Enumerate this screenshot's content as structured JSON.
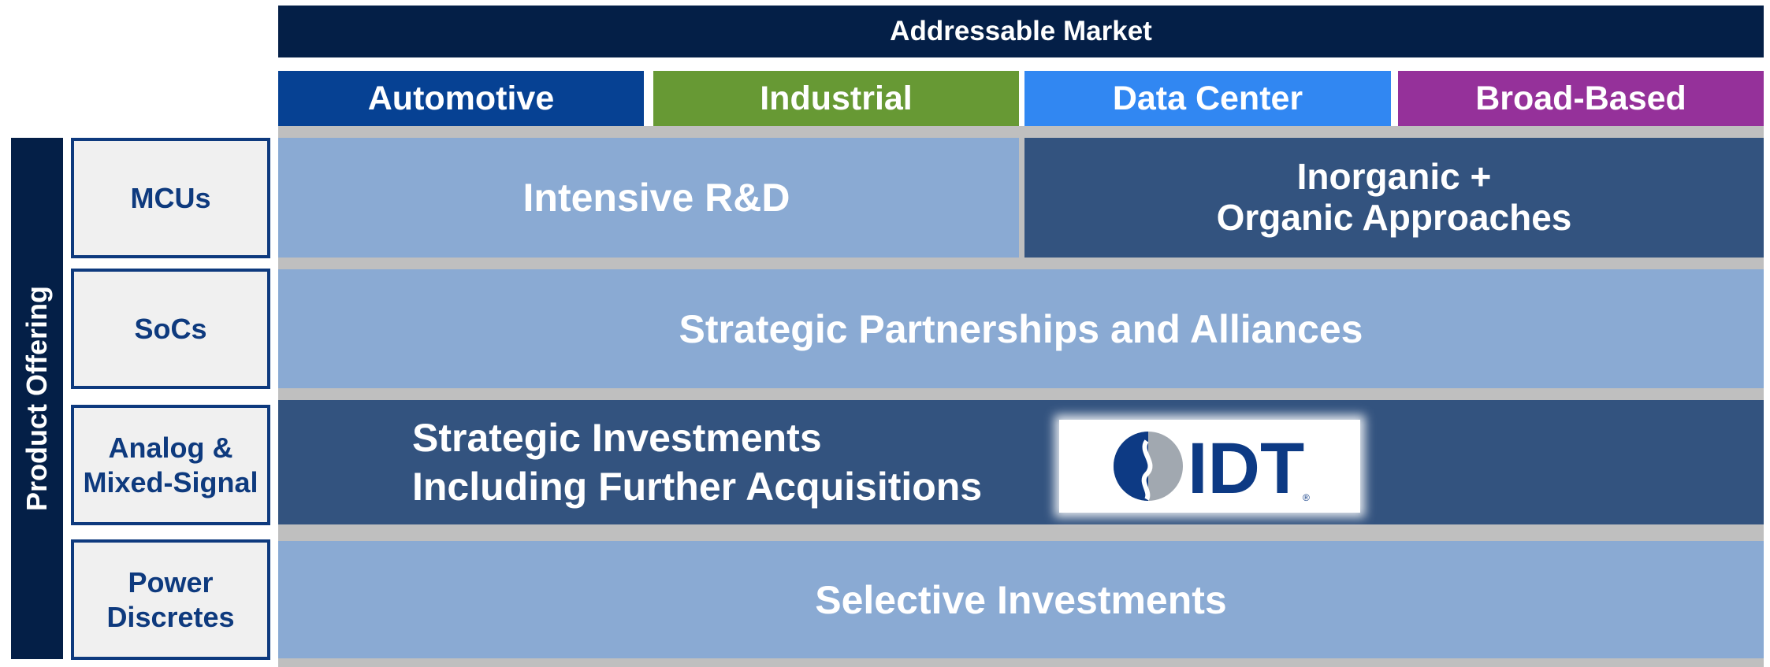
{
  "header": {
    "title": "Addressable Market"
  },
  "markets": [
    {
      "label": "Automotive",
      "color": "#064193"
    },
    {
      "label": "Industrial",
      "color": "#679934"
    },
    {
      "label": "Data Center",
      "color": "#3187f2"
    },
    {
      "label": "Broad-Based",
      "color": "#95319a"
    }
  ],
  "side_label": "Product Offering",
  "products": [
    {
      "label": "MCUs"
    },
    {
      "label": "SoCs"
    },
    {
      "label": "Analog &\nMixed-Signal"
    },
    {
      "label": "Power\nDiscretes"
    }
  ],
  "strategies": {
    "intensive_rd": "Intensive R&D",
    "inorganic": "Inorganic +\nOrganic Approaches",
    "partnerships": "Strategic Partnerships and Alliances",
    "investments": "Strategic Investments\nIncluding Further Acquisitions",
    "selective": "Selective Investments"
  },
  "logo": {
    "text": "IDT",
    "registered": "®"
  },
  "colors": {
    "navy": "#041f47",
    "light_band": "#8aaad3",
    "dark_band": "#33537f",
    "grid_gray": "#bfbfbf",
    "product_text": "#0e3a7e"
  }
}
